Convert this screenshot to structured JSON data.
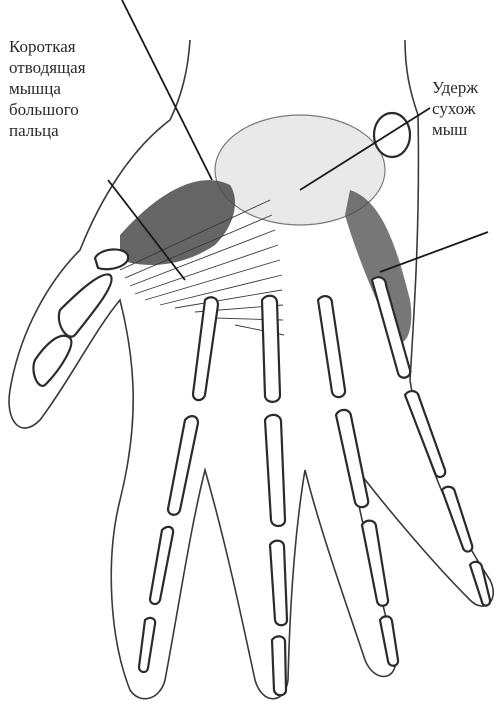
{
  "labels": {
    "thumb_muscle": {
      "line1": "Короткая",
      "line2": "отводящая",
      "line3": "мышца",
      "line4": "большого",
      "line5": "пальца"
    },
    "extensor_retinaculum": {
      "line1": "Удерж",
      "line2": "сухож",
      "line3": "мыш"
    }
  }
}
